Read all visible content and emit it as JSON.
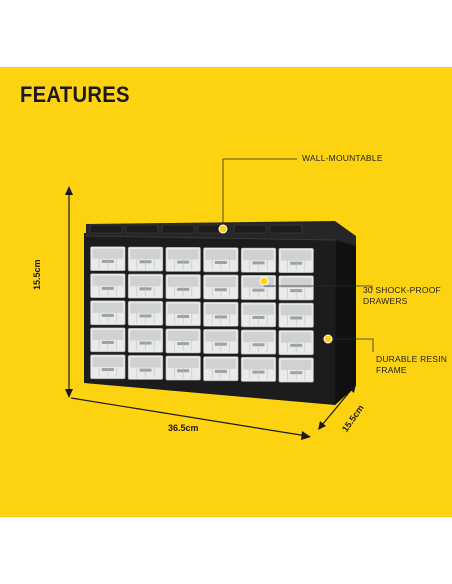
{
  "header": {
    "title": "FEATURES"
  },
  "callouts": {
    "wall_mountable": "WALL-MOUNTABLE",
    "drawers": "30 SHOCK-PROOF\nDRAWERS",
    "frame": "DURABLE RESIN\nFRAME"
  },
  "dimensions": {
    "height": "15.5cm",
    "width": "36.5cm",
    "depth": "15.5cm"
  },
  "product": {
    "rows": 5,
    "columns": 6
  },
  "colors": {
    "panel": "#fdd311",
    "cabinet": "#1c1c1c",
    "drawer": "#e9eaea",
    "accent_dot": "#fdd311"
  }
}
